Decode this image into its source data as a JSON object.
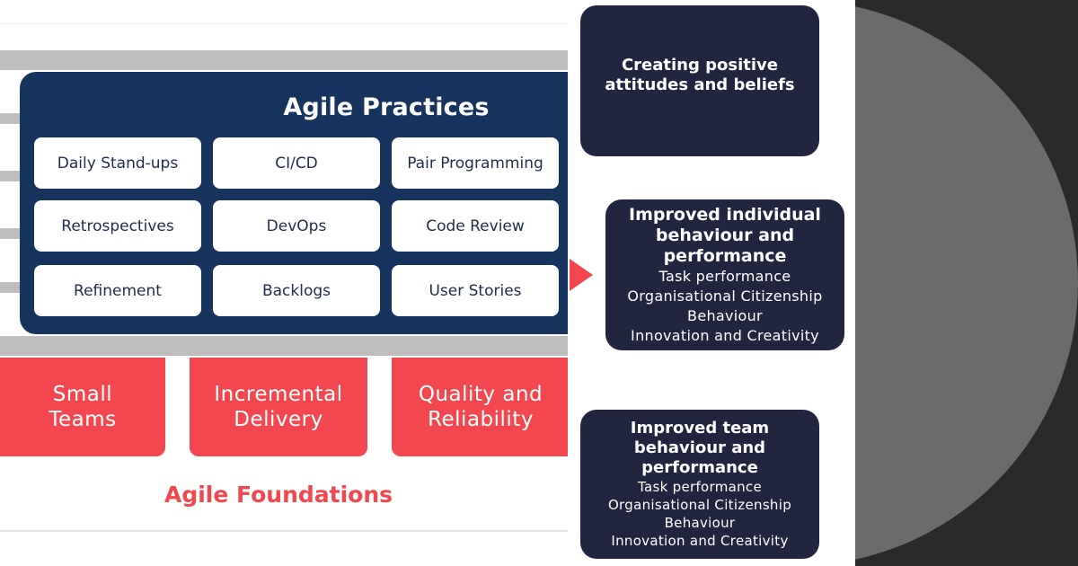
{
  "agile_practices": {
    "title": "Agile Practices",
    "items": [
      "Daily Stand-ups",
      "CI/CD",
      "Pair Programming",
      "Retrospectives",
      "DevOps",
      "Code Review",
      "Refinement",
      "Backlogs",
      "User Stories"
    ]
  },
  "agile_foundations": {
    "label": "Agile Foundations",
    "pillars": [
      "Small Teams",
      "Incremental Delivery",
      "Quality and Reliability"
    ]
  },
  "outcomes": [
    {
      "title": "Creating positive attitudes and beliefs",
      "items": []
    },
    {
      "title": "Improved individual behaviour and performance",
      "items": [
        "Task performance",
        "Organisational Citizenship Behaviour",
        "Innovation and Creativity"
      ]
    },
    {
      "title": "Improved team behaviour and performance",
      "items": [
        "Task performance",
        "Organisational Citizenship Behaviour",
        "Innovation and Creativity"
      ]
    }
  ],
  "colors": {
    "navy": "#17345e",
    "coral": "#f2474f",
    "outcome_dark": "#22253f",
    "frame_gray": "#bdbdbd",
    "backdrop": "#2a2a2a",
    "backdrop_disc": "#6b6b6b"
  },
  "icons": [
    "arrow-right-icon"
  ]
}
